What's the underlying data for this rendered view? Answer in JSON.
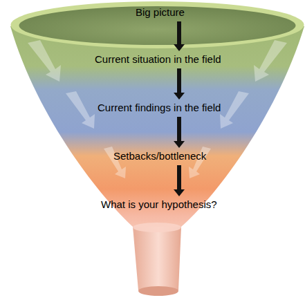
{
  "diagram": {
    "nodes": [
      {
        "text": [
          "Big picture"
        ]
      },
      {
        "text": [
          "Current situation in the field"
        ]
      },
      {
        "text": [
          "Current findings in the field"
        ]
      },
      {
        "text": [
          "Setbacks/bottleneck"
        ]
      },
      {
        "text": [
          "What is your hypothesis?"
        ]
      }
    ],
    "edges": [
      {
        "from": 0,
        "to": 1,
        "arrow": "to"
      },
      {
        "from": 1,
        "to": 2,
        "arrow": "to"
      },
      {
        "from": 2,
        "to": 3,
        "arrow": "to"
      },
      {
        "from": 3,
        "to": 4,
        "arrow": "to"
      }
    ]
  }
}
